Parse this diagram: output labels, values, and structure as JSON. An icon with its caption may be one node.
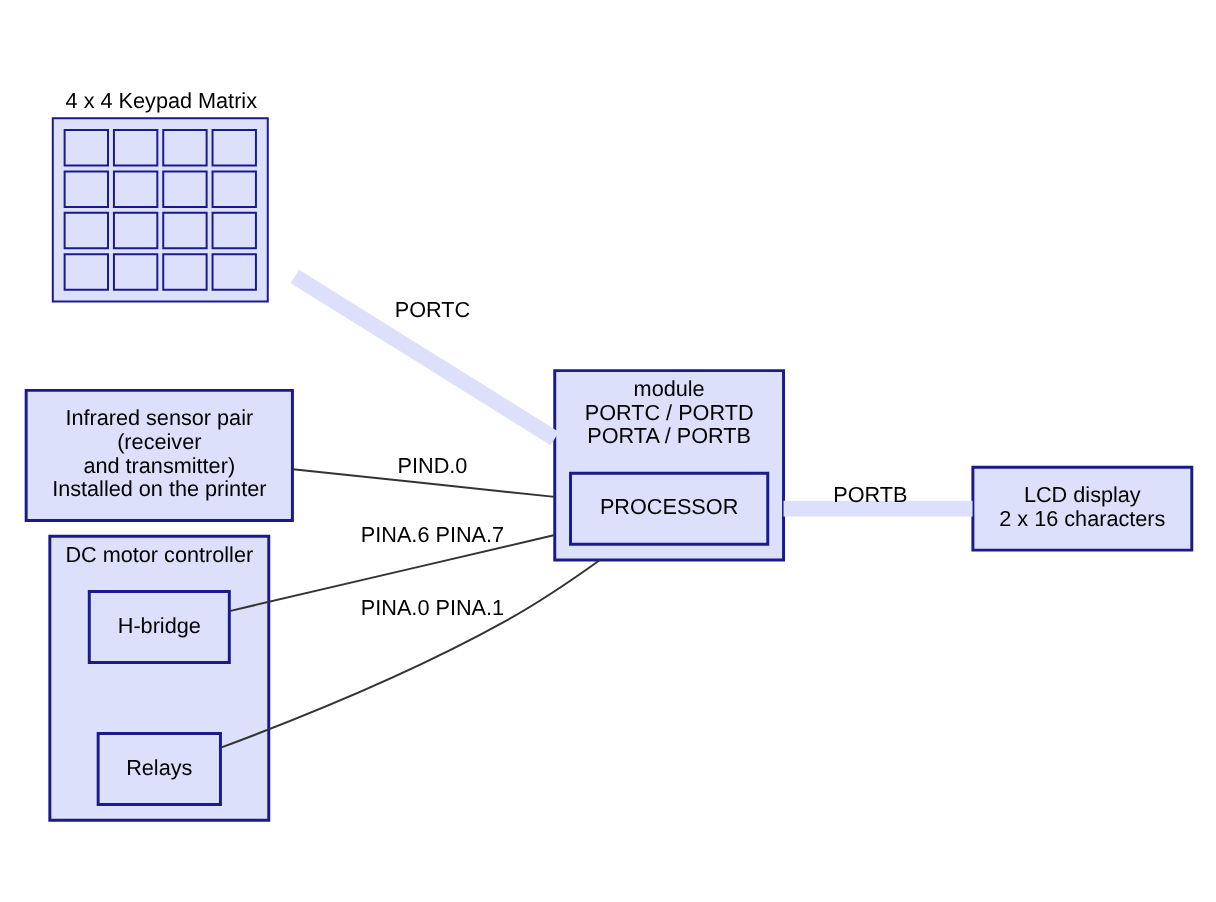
{
  "diagram": {
    "nodes": [
      {
        "text": [
          "4 x 4 Keypad Matrix"
        ]
      },
      {
        "text": [
          "module",
          "PORTC / PORTD",
          "PORTA / PORTB"
        ]
      },
      {
        "text": [
          "PROCESSOR"
        ],
        "in": 1
      },
      {
        "text": [
          "Infrared sensor pair (receiver and transmitter) Installed on the printer"
        ]
      },
      {
        "text": [
          "DC motor controller"
        ]
      },
      {
        "text": [
          "H-bridge"
        ],
        "in": 4
      },
      {
        "text": [
          "Relays"
        ],
        "in": 4
      },
      {
        "text": [
          "LCD display 2 x 16 characters"
        ]
      }
    ],
    "edges": [
      {
        "from": 0,
        "to": 1,
        "arrow": "none",
        "label": "PORTC",
        "style": "thick",
        "color": "#dde0fa"
      },
      {
        "from": 3,
        "to": 1,
        "arrow": "none",
        "label": "PIND.0"
      },
      {
        "from": 5,
        "to": 1,
        "arrow": "none",
        "label": "PINA.6 PINA.7"
      },
      {
        "from": 6,
        "to": 1,
        "arrow": "none",
        "label": "PINA.0 PINA.1"
      },
      {
        "from": 1,
        "to": 7,
        "arrow": "none",
        "label": "PORTB",
        "style": "thick",
        "color": "#dde0fa"
      }
    ]
  }
}
